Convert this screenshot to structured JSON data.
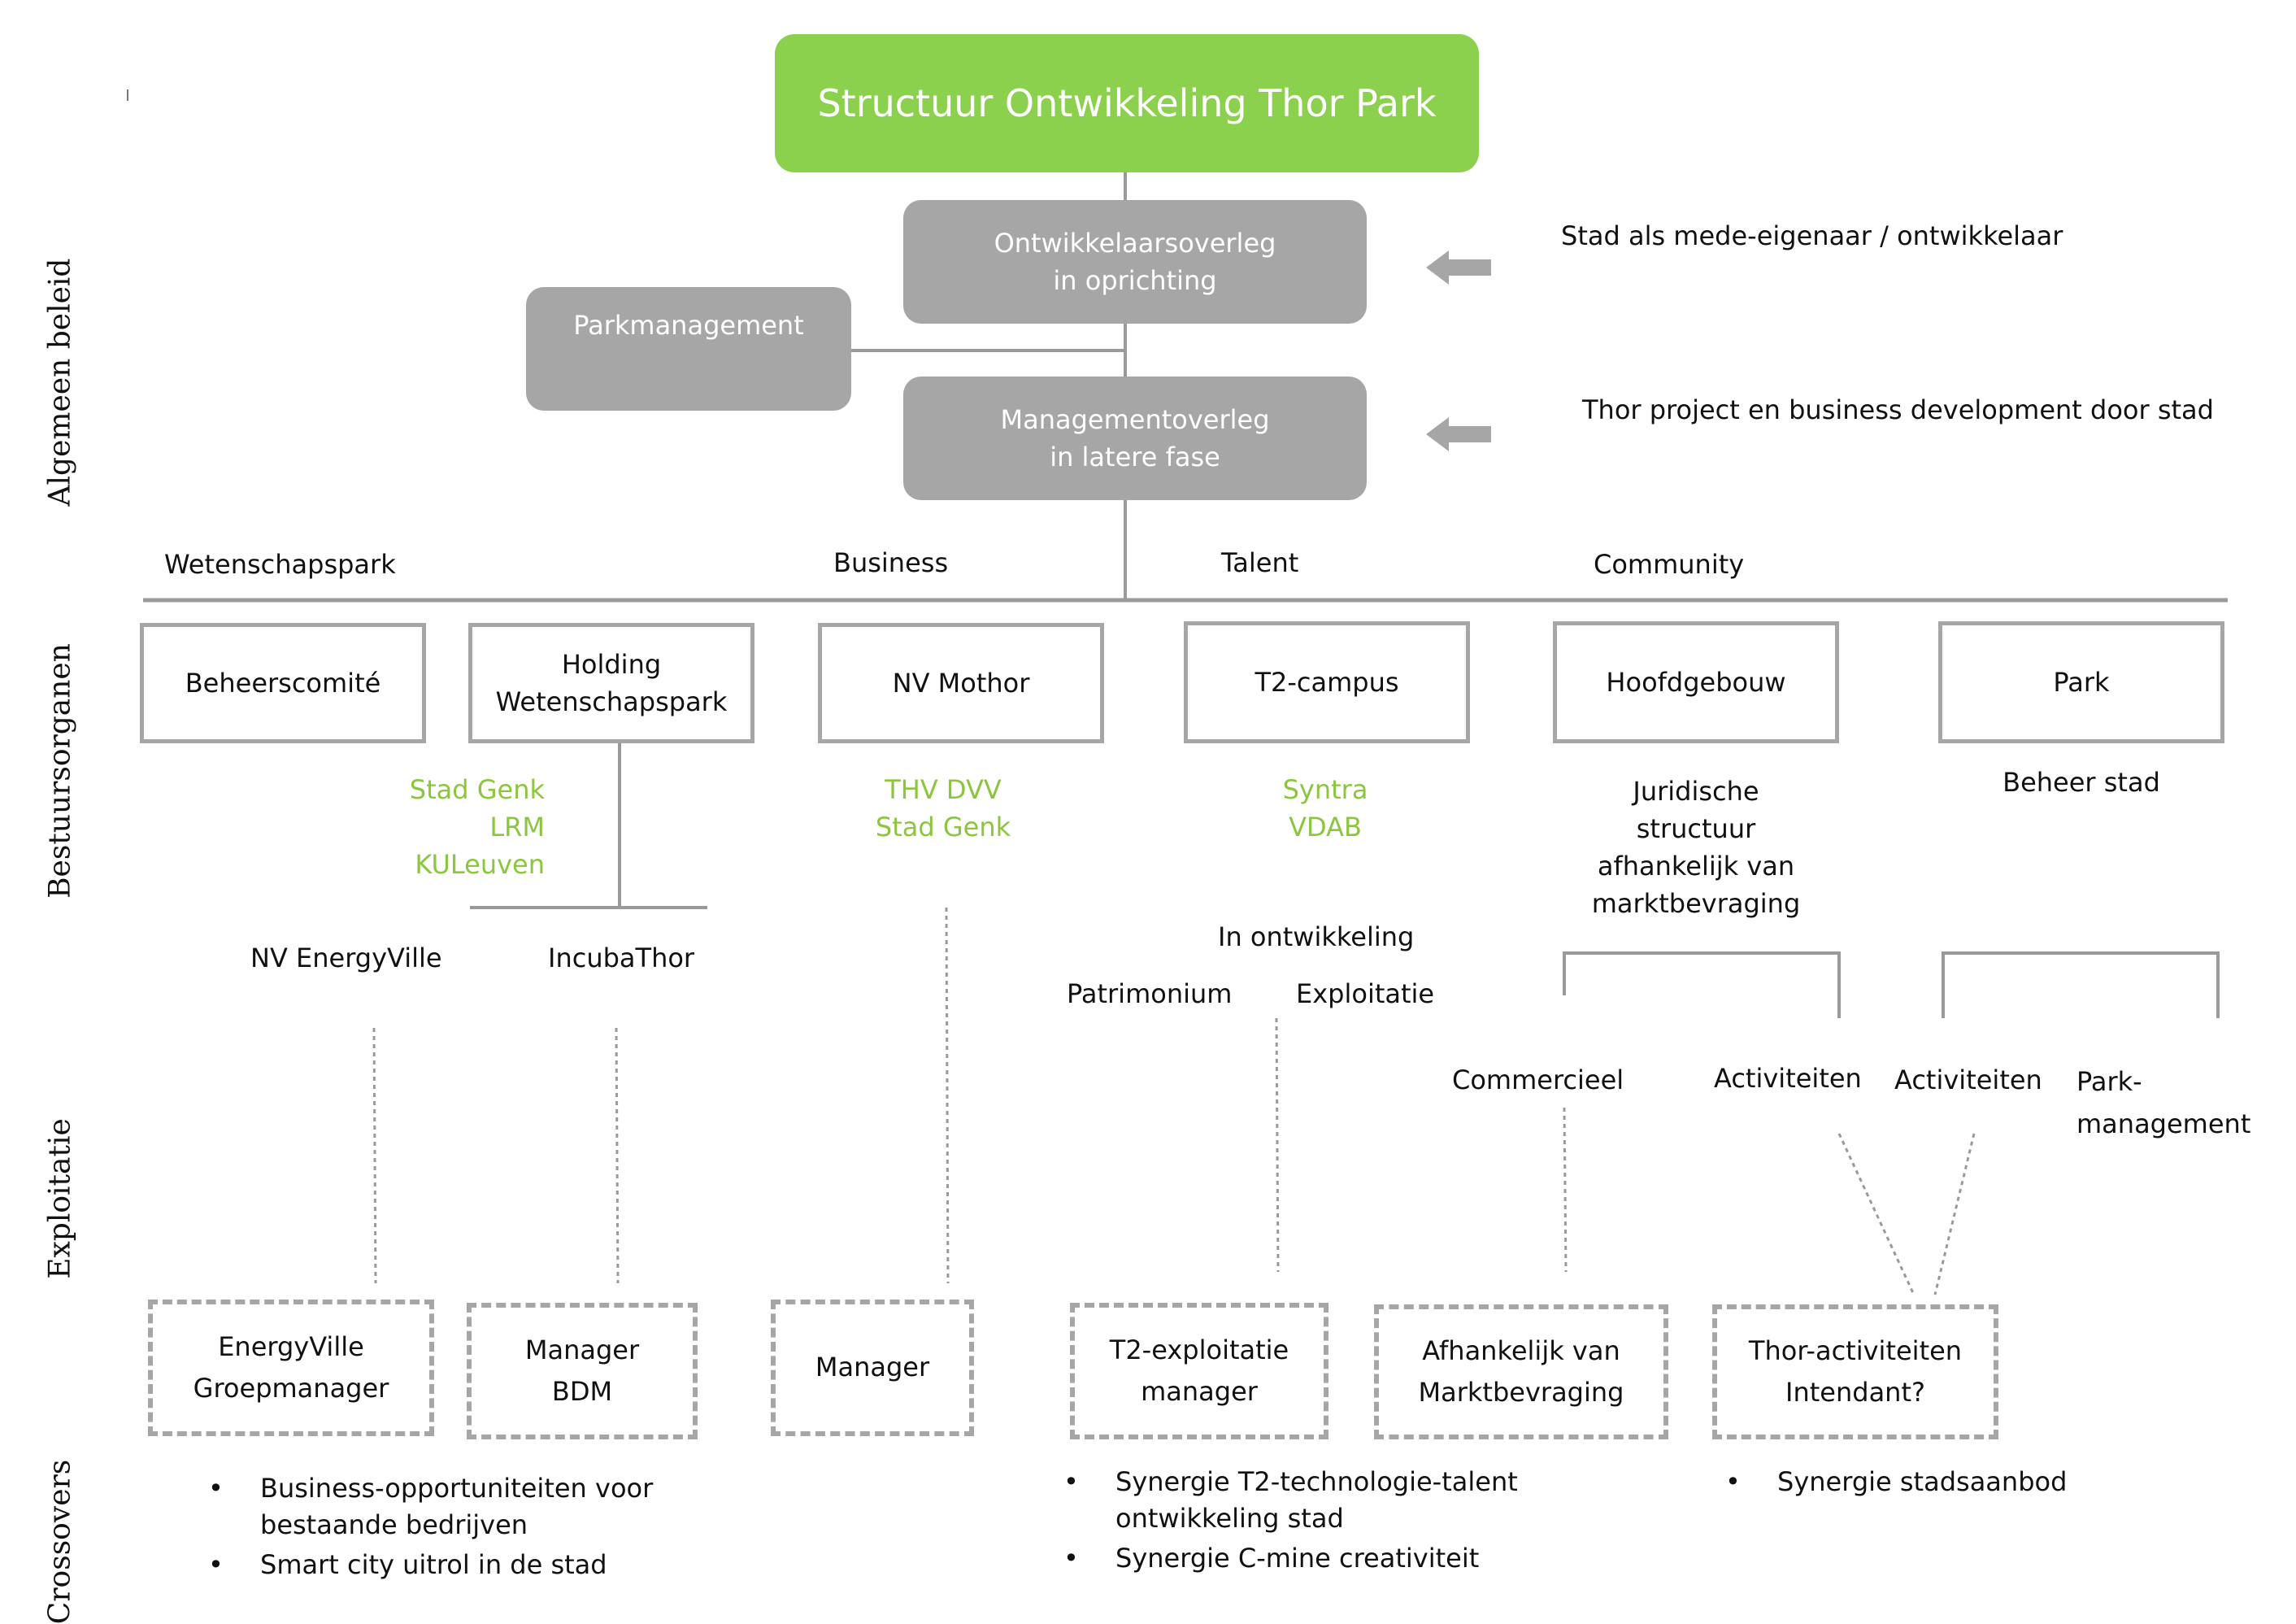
{
  "title": "Structuur Ontwikkeling Thor Park",
  "side_labels": {
    "algemeen_beleid": "Algemeen beleid",
    "bestuursorganen": "Bestuursorganen",
    "exploitatie": "Exploitatie",
    "crossovers": "Crossovers"
  },
  "policy": {
    "ontwikkelaarsoverleg": [
      "Ontwikkelaarsoverleg",
      "in oprichting"
    ],
    "parkmanagement": "Parkmanagement",
    "managementoverleg": [
      "Managementoverleg",
      "in latere fase"
    ],
    "note_top": "Stad als mede-eigenaar / ontwikkelaar",
    "note_bottom": "Thor project en business development door stad"
  },
  "pillars": [
    "Wetenschapspark",
    "Business",
    "Talent",
    "Community"
  ],
  "organs": {
    "beheerscomite": "Beheerscomité",
    "holding": [
      "Holding",
      "Wetenschapspark"
    ],
    "nv_mothor": "NV Mothor",
    "t2_campus": "T2-campus",
    "hoofdgebouw": "Hoofdgebouw",
    "park": "Park"
  },
  "partners": {
    "holding": [
      "Stad Genk",
      "LRM",
      "KULeuven"
    ],
    "mothor": [
      "THV DVV",
      "Stad Genk"
    ],
    "t2": [
      "Syntra",
      "VDAB"
    ]
  },
  "notes": {
    "hoofdgebouw": [
      "Juridische",
      "structuur",
      "afhankelijk van",
      "marktbevraging"
    ],
    "park": "Beheer stad"
  },
  "sub": {
    "energyville": "NV EnergyVille",
    "incubathor": "IncubaThor",
    "in_ontwikkeling": "In ontwikkeling",
    "patrimonium": "Patrimonium",
    "exploitatie": "Exploitatie",
    "commercieel": "Commercieel",
    "activiteiten_1": "Activiteiten",
    "activiteiten_2": "Activiteiten",
    "parkmanagement": [
      "Park-",
      "management"
    ]
  },
  "exploitation_boxes": {
    "energyville": [
      "EnergyVille",
      "Groepmanager"
    ],
    "manager_bdm": [
      "Manager",
      "BDM"
    ],
    "manager": "Manager",
    "t2_exploitatie": [
      "T2-exploitatie",
      "manager"
    ],
    "afhankelijk": [
      "Afhankelijk van",
      "Marktbevraging"
    ],
    "thor_activiteiten": [
      "Thor-activiteiten",
      "Intendant?"
    ]
  },
  "crossovers": {
    "col1": [
      "Business-opportuniteiten voor bestaande bedrijven",
      "Smart city uitrol in de stad"
    ],
    "col2": [
      "Synergie T2-technologie-talent ontwikkeling stad",
      "Synergie C-mine creativiteit"
    ],
    "col3": [
      "Synergie stadsaanbod"
    ]
  },
  "colors": {
    "title_green": "#8cd14e",
    "partner_green": "#8cc63e",
    "box_grey": "#a6a6a6",
    "line_grey": "#9a9a9a"
  }
}
